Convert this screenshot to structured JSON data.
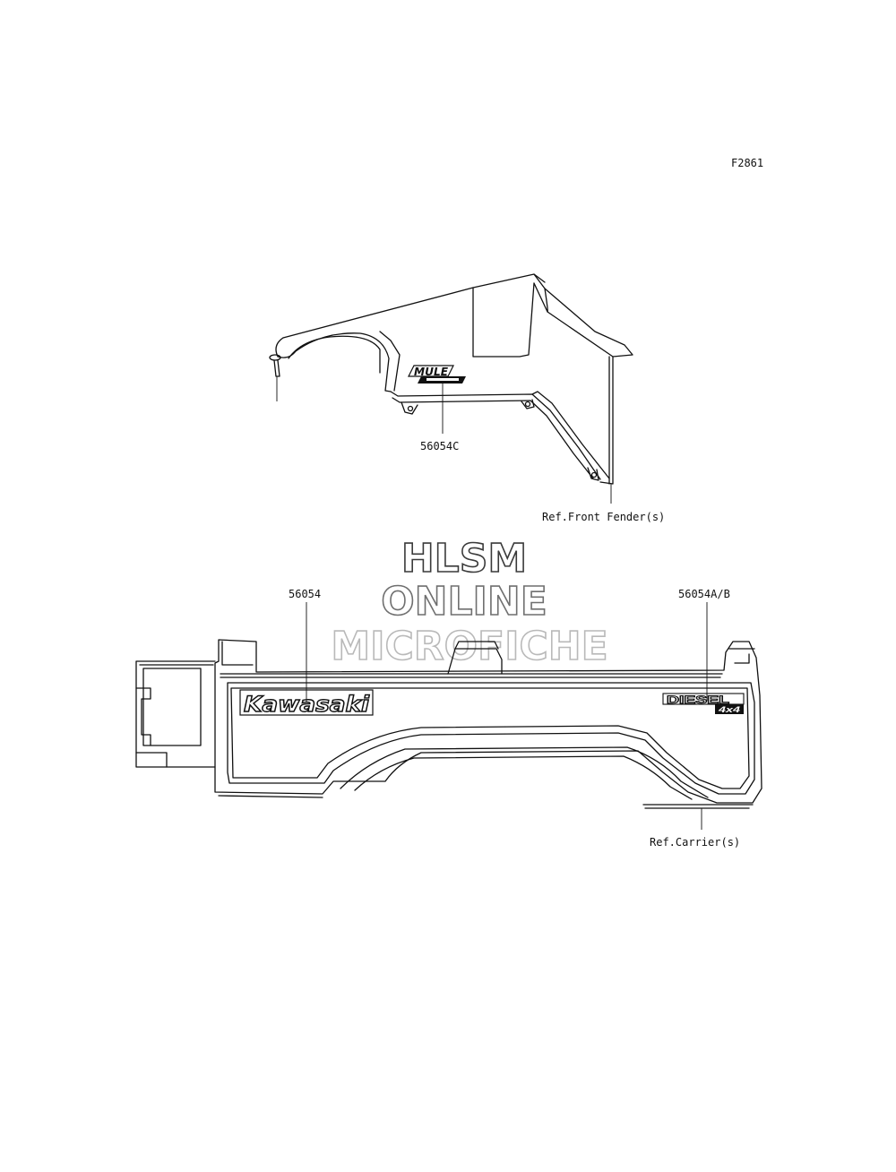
{
  "figure": {
    "code": "F2861"
  },
  "watermark": {
    "line1": "HLSM",
    "line2": "ONLINE",
    "line3": "MICROFICHE"
  },
  "parts": {
    "front_decal": "56054C",
    "carrier_decal_left": "56054",
    "carrier_decal_right": "56054A/B"
  },
  "references": {
    "front_fender": "Ref.Front Fender(s)",
    "carrier": "Ref.Carrier(s)"
  },
  "decals": {
    "mule_logo": "MULE",
    "kawasaki_logo": "Kawasaki",
    "diesel_logo": "DIESEL",
    "four_by_four": "4x4"
  }
}
